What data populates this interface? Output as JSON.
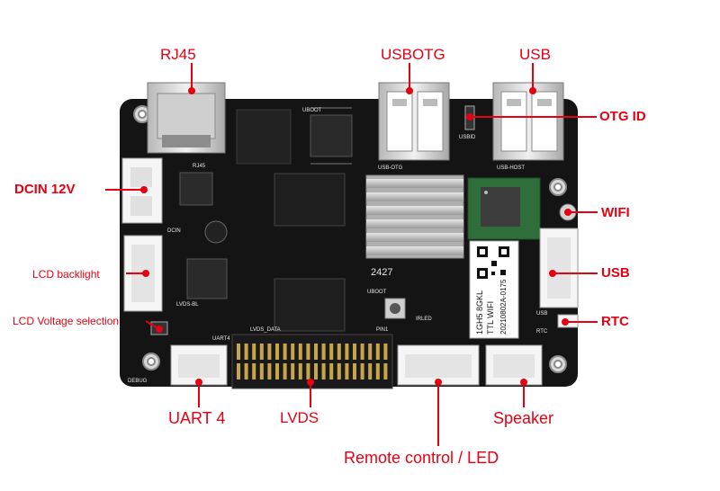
{
  "labels": {
    "rj45": "RJ45",
    "usbotg": "USBOTG",
    "usb_top": "USB",
    "otg_id": "OTG ID",
    "dcin": "DCIN 12V",
    "wifi": "WIFI",
    "lcd_backlight": "LCD backlight",
    "usb_right": "USB",
    "lcd_voltage": "LCD Voltage selection",
    "rtc": "RTC",
    "uart4": "UART 4",
    "lvds": "LVDS",
    "speaker": "Speaker",
    "remote_led": "Remote control /  LED"
  },
  "silkscreen": {
    "uboot_top": "UBOOT",
    "rj45": "RJ45",
    "usb_otg": "USB-OTG",
    "usb_host": "USB-HOST",
    "usbid": "USBID",
    "dcin": "DCIN",
    "lvds_bl": "LVDS-BL",
    "uart4": "UART4",
    "lvds_data": "LVDS_DATA",
    "pin1": "PIN1",
    "irled": "IRLED",
    "uboot": "UBOOT",
    "debug": "DEBUG",
    "usb": "USB",
    "rtc": "RTC",
    "date_code": "2427"
  },
  "module_label": {
    "line1": "1GH5 8GKL",
    "line2": "TTL WIFI",
    "line3": "20210802A-0175"
  },
  "colors": {
    "label": "#e60012",
    "pcb": "#141414",
    "silk": "#e8e8e8"
  }
}
